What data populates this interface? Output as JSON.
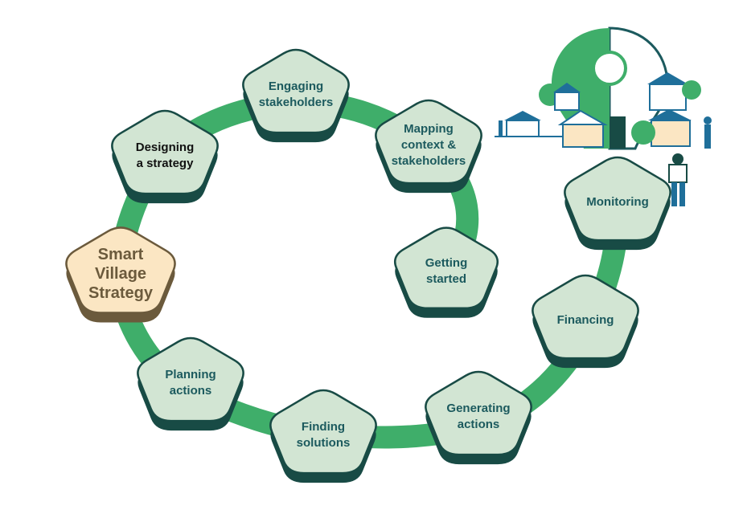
{
  "diagram": {
    "center": {
      "label_lines": [
        "Smart",
        "Village",
        "Strategy"
      ]
    },
    "steps": [
      {
        "id": "getting-started",
        "label_lines": [
          "Getting",
          "started"
        ]
      },
      {
        "id": "mapping",
        "label_lines": [
          "Mapping",
          "context &",
          "stakeholders"
        ]
      },
      {
        "id": "engaging",
        "label_lines": [
          "Engaging",
          "stakeholders"
        ]
      },
      {
        "id": "designing",
        "label_lines": [
          "Designing",
          "a strategy"
        ]
      },
      {
        "id": "planning",
        "label_lines": [
          "Planning",
          "actions"
        ]
      },
      {
        "id": "finding",
        "label_lines": [
          "Finding",
          "solutions"
        ]
      },
      {
        "id": "generating",
        "label_lines": [
          "Generating",
          "actions"
        ]
      },
      {
        "id": "financing",
        "label_lines": [
          "Financing"
        ]
      },
      {
        "id": "monitoring",
        "label_lines": [
          "Monitoring"
        ]
      }
    ],
    "colors": {
      "path": "#3fae6a",
      "node_fill": "#d2e5d3",
      "node_shadow": "#184b45",
      "node_stroke": "#184b45",
      "center_fill": "#fbe6c3",
      "center_shadow": "#6b5a3c",
      "text": "#1c5a5e",
      "illustration_blue": "#1f6f9a",
      "illustration_green": "#3fae6a"
    }
  }
}
